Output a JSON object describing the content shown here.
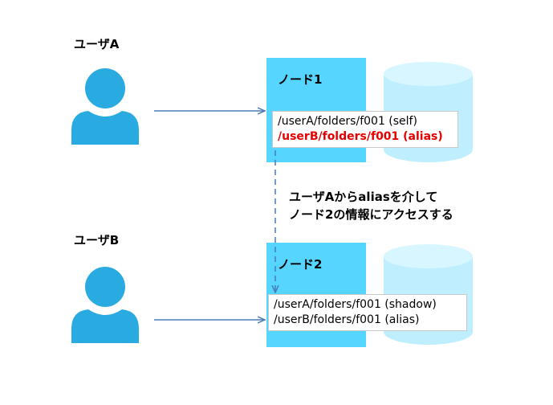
{
  "colors": {
    "person": "#29abe2",
    "node": "#55d5ff",
    "database": "#bfefff",
    "arrow": "#4a7bb7",
    "alias_highlight": "#e40000"
  },
  "users": [
    {
      "label": "ユーザA",
      "icon": "person-icon"
    },
    {
      "label": "ユーザB",
      "icon": "person-icon"
    }
  ],
  "nodes": [
    {
      "title": "ノード1",
      "paths": [
        {
          "text": "/userA/folders/f001 (self)",
          "highlight": false
        },
        {
          "text": "/userB/folders/f001 (alias)",
          "highlight": true
        }
      ]
    },
    {
      "title": "ノード2",
      "paths": [
        {
          "text": "/userA/folders/f001 (shadow)",
          "highlight": false
        },
        {
          "text": "/userB/folders/f001 (alias)",
          "highlight": false
        }
      ]
    }
  ],
  "caption": {
    "line1": "ユーザAからaliasを介して",
    "line2": "ノード2の情報にアクセスする"
  }
}
